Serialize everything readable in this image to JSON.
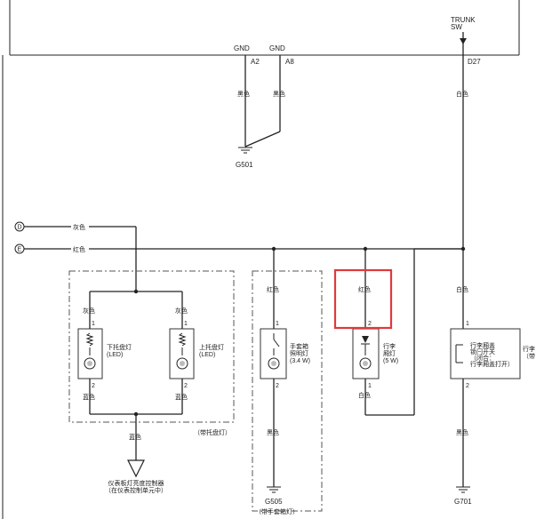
{
  "module_top": {
    "trunk_sw": "TRUNK\nSW",
    "gnd_a": "GND",
    "gnd_b": "GND",
    "pin_a2": "A2",
    "pin_a8": "A8",
    "pin_d27": "D27"
  },
  "wires": {
    "black_a2": "黑色",
    "black_a8": "黑色",
    "white_d27": "白色",
    "gray_d": "灰色",
    "red_e": "红色",
    "gray_l1": "灰色",
    "gray_l2": "灰色",
    "blue_l1": "蓝色",
    "blue_l2": "蓝色",
    "blue_out": "蓝色",
    "red_glove": "红色",
    "black_glove": "黑色",
    "red_trunk": "红色",
    "white_trunk": "白色",
    "white_sw": "白色",
    "black_sw": "黑色"
  },
  "grounds": {
    "g501": "G501",
    "g505": "G505",
    "g701": "G701"
  },
  "connectors": {
    "d": "D",
    "e": "E"
  },
  "components": {
    "lower_tray_light": "下托盘灯\n(LED)",
    "upper_tray_light": "上托盘灯\n(LED)",
    "tray_light_note": "（带托盘灯）",
    "glovebox_light": "手套箱\n照明灯\n(3.4 W)",
    "glovebox_note": "（带手套箱灯）",
    "trunk_light": "行李\n厢灯\n(5 W)",
    "trunk_switch": "行李厢盖\n锁闩开关\n（闭合：\n行李厢盖打开）",
    "trunk_switch_side": "行李\n（带",
    "dimmer_controller": "仪表板灯亮度控制器\n（在仪表控制单元中）"
  },
  "pins": {
    "p1": "1",
    "p2": "2"
  },
  "highlight_color": "#e0393b"
}
